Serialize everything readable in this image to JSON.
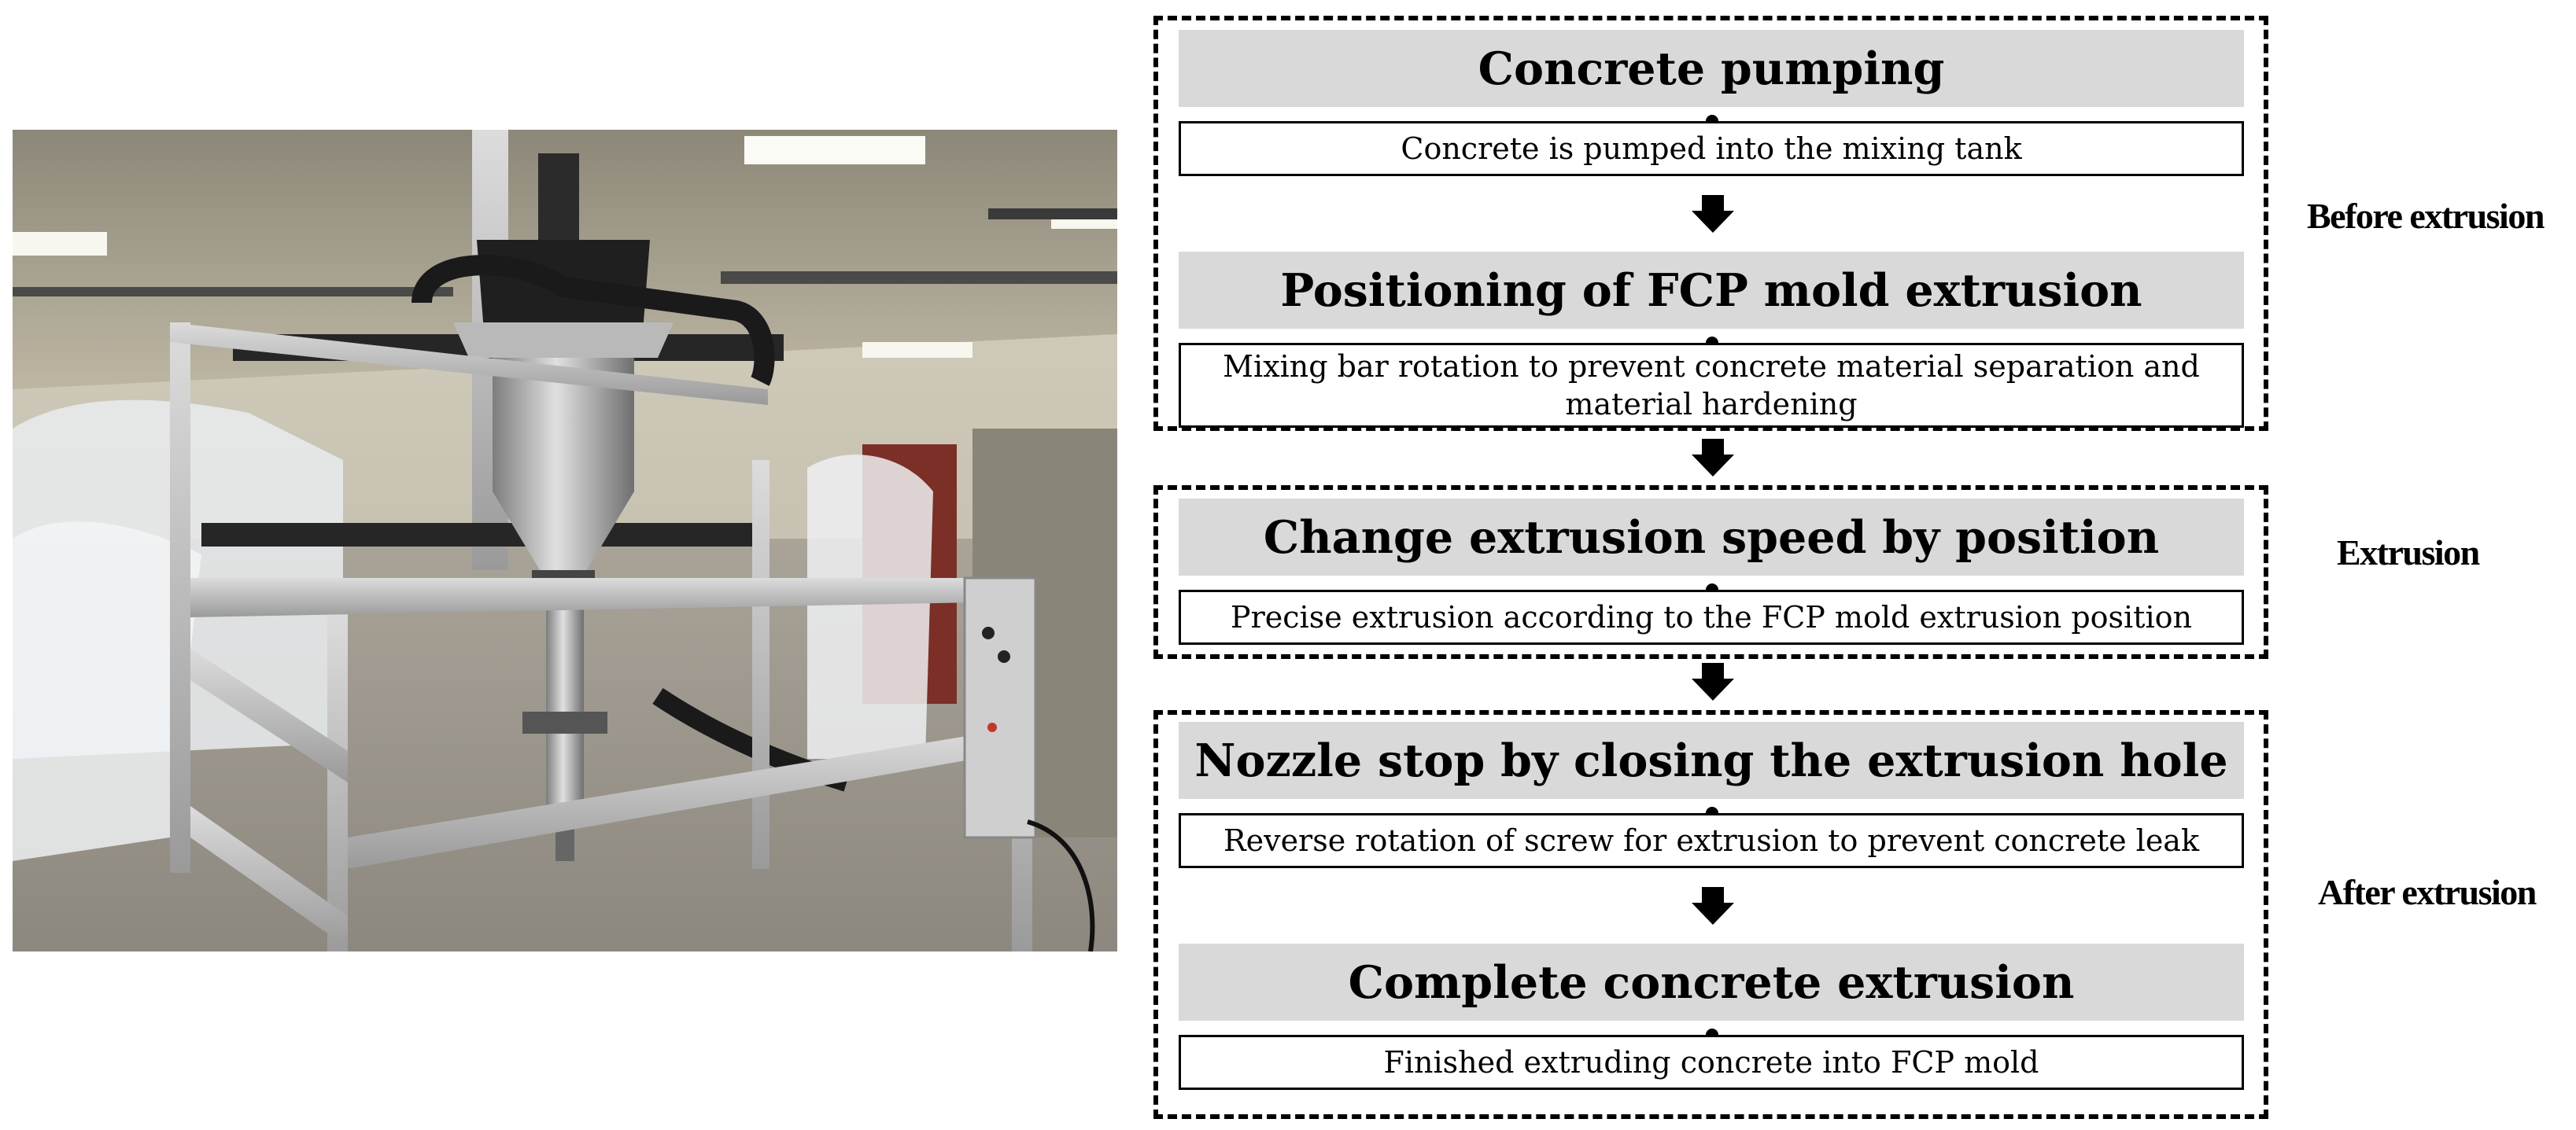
{
  "photo": {
    "alt_icon": "concrete-3d-printer-photo"
  },
  "groups": [
    {
      "phase": "Before extrusion",
      "steps": [
        {
          "title": "Concrete pumping",
          "desc": "Concrete is pumped into the mixing tank"
        },
        {
          "title": "Positioning of FCP mold extrusion",
          "desc": "Mixing bar rotation to prevent concrete material separation and material hardening"
        }
      ]
    },
    {
      "phase": "Extrusion",
      "steps": [
        {
          "title": "Change extrusion speed by position",
          "desc": "Precise extrusion according to the FCP mold extrusion position"
        }
      ]
    },
    {
      "phase": "After extrusion",
      "steps": [
        {
          "title": "Nozzle stop by closing the extrusion hole",
          "desc": "Reverse rotation of screw for extrusion to prevent concrete leak"
        },
        {
          "title": "Complete concrete extrusion",
          "desc": "Finished extruding concrete into FCP mold"
        }
      ]
    }
  ],
  "colors": {
    "title_fill": "#d9d9d9",
    "border": "#000000"
  }
}
